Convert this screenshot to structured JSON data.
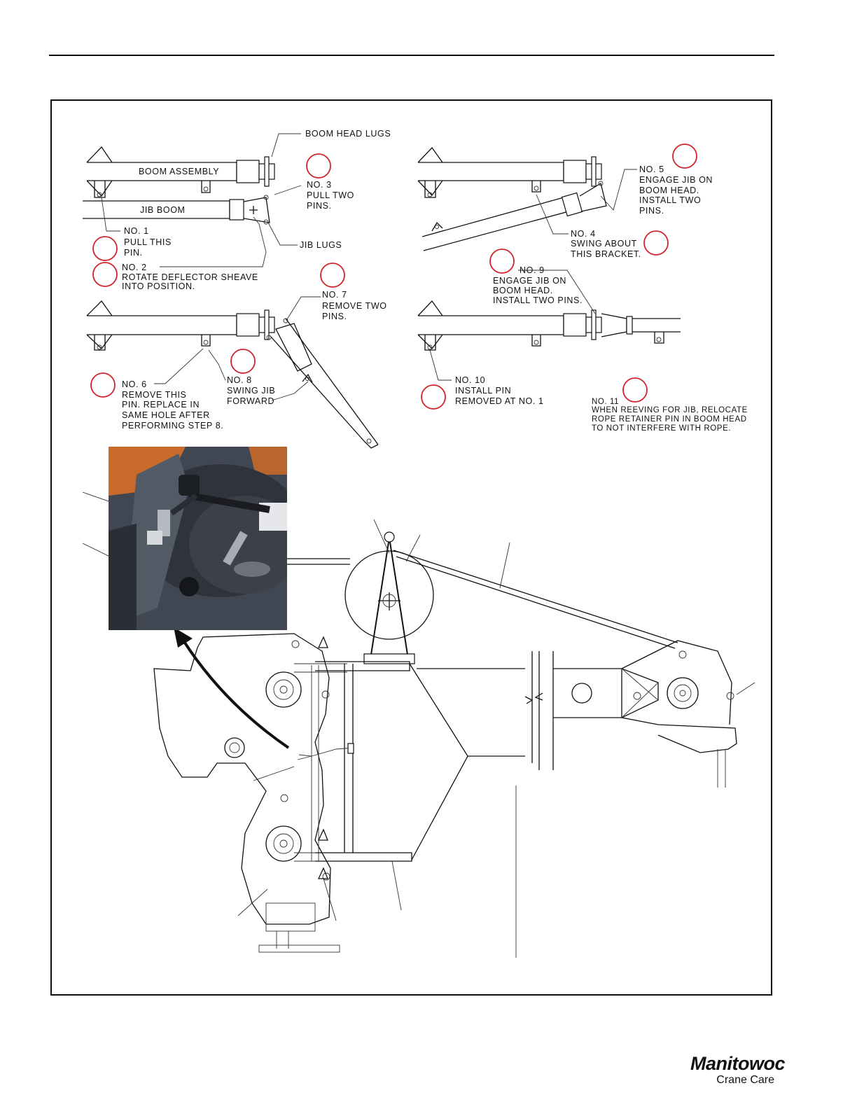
{
  "labels": {
    "boom_head_lugs": "BOOM HEAD LUGS",
    "boom_assembly": "BOOM ASSEMBLY",
    "jib_boom": "JIB BOOM",
    "jib_lugs": "JIB LUGS",
    "step1": [
      "NO. 1",
      "PULL THIS",
      "PIN."
    ],
    "step2": [
      "NO. 2",
      "ROTATE DEFLECTOR SHEAVE",
      "INTO POSITION."
    ],
    "step3": [
      "NO. 3",
      "PULL TWO",
      "PINS."
    ],
    "step4": [
      "NO. 4",
      "SWING ABOUT",
      "THIS BRACKET."
    ],
    "step5": [
      "NO. 5",
      "ENGAGE JIB ON",
      "BOOM HEAD.",
      "INSTALL TWO",
      "PINS."
    ],
    "step6": [
      "NO. 6",
      "REMOVE THIS",
      "PIN. REPLACE IN",
      "SAME HOLE AFTER",
      "PERFORMING STEP 8."
    ],
    "step7": [
      "NO. 7",
      "REMOVE TWO",
      "PINS."
    ],
    "step8": [
      "NO. 8",
      "SWING JIB",
      "FORWARD"
    ],
    "step9": [
      "NO. 9",
      "ENGAGE JIB ON",
      "BOOM HEAD.",
      "INSTALL TWO PINS."
    ],
    "step10": [
      "NO. 10",
      "INSTALL PIN",
      "REMOVED AT NO. 1"
    ],
    "step11": [
      "NO. 11",
      "WHEN REEVING FOR JIB, RELOCATE",
      "ROPE RETAINER PIN IN BOOM HEAD",
      "TO NOT INTERFERE WITH ROPE."
    ]
  },
  "logo": {
    "brand": "Manitowoc",
    "sub": "Crane Care"
  },
  "colors": {
    "marker": "#d2232a",
    "line": "#111111",
    "photo_bg": "#3a3f47"
  }
}
